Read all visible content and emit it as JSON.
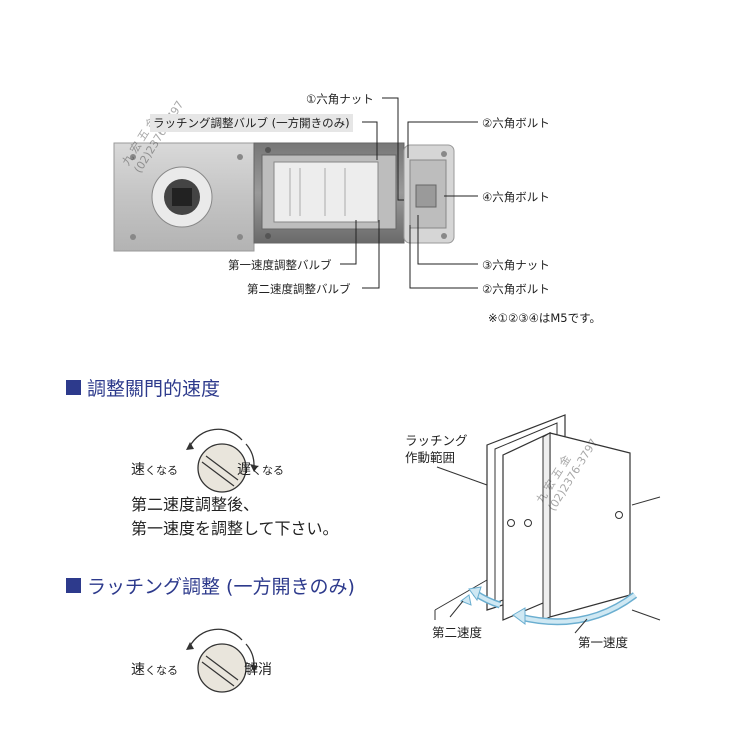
{
  "diagram": {
    "labels": {
      "hex_nut_1": "①六角ナット",
      "latching_valve": "ラッチング調整バルブ (一方開きのみ)",
      "hex_bolt_2_top": "②六角ボルト",
      "hex_bolt_4": "④六角ボルト",
      "first_speed_valve": "第一速度調整バルブ",
      "second_speed_valve": "第二速度調整バルブ",
      "hex_nut_3": "③六角ナット",
      "hex_bolt_2_bottom": "②六角ボルト"
    },
    "note": "※①②③④はM5です。",
    "watermark_line1": "九 宏 五 金",
    "watermark_line2": "(02)2376-3797"
  },
  "speed_section": {
    "title": "調整關門的速度",
    "fast": "速",
    "fast_suffix": "くなる",
    "slow": "遅",
    "slow_suffix": "くなる",
    "instruction_line1": "第二速度調整後、",
    "instruction_line2": "第一速度を調整して下さい。"
  },
  "latching_section": {
    "title": "ラッチング調整 (一方開きのみ)",
    "fast": "速",
    "fast_suffix": "くなる",
    "release": "解消"
  },
  "door_diagram": {
    "latching_range_line1": "ラッチング",
    "latching_range_line2": "作動範囲",
    "second_speed": "第二速度",
    "first_speed": "第一速度"
  },
  "colors": {
    "accent": "#2d3a8c",
    "arrow_fill": "#cfe8f3",
    "arrow_stroke": "#6aaed0"
  }
}
